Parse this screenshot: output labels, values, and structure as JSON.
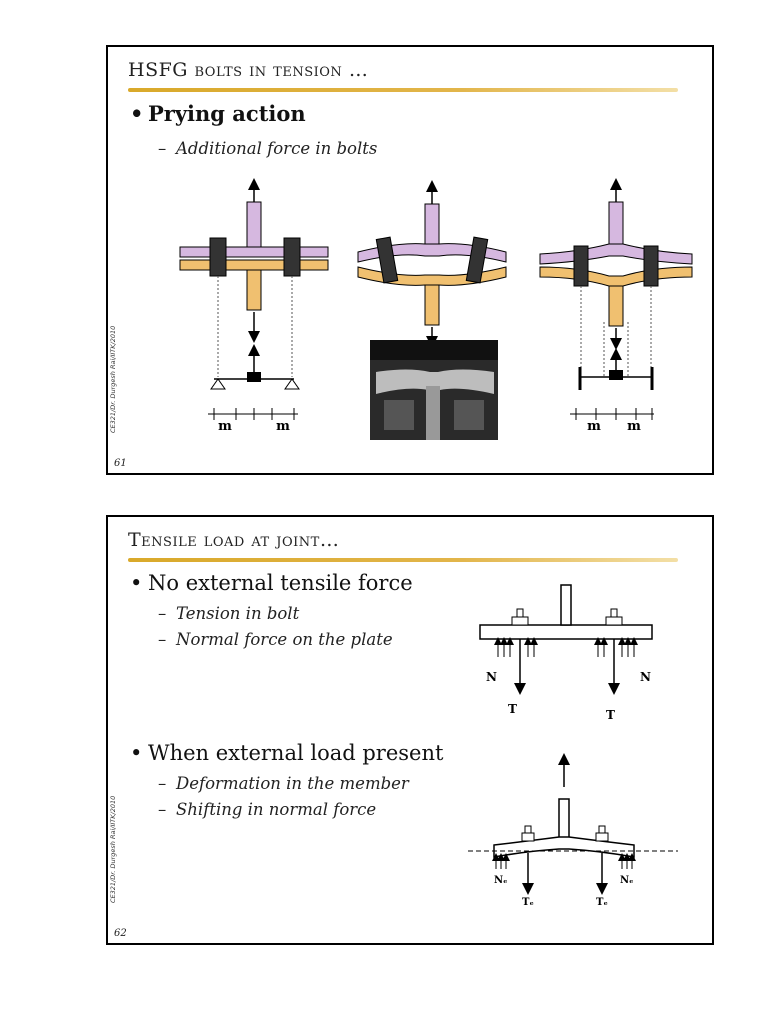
{
  "slides": [
    {
      "title": "HSFG bolts in tension …",
      "bullets": [
        {
          "text": "Prying action",
          "subs": [
            "Additional force in bolts"
          ]
        }
      ],
      "side_note": "CE321/Dr. Durgesh Rai/IITK/2010",
      "page_number": "61",
      "dimension_label": "m"
    },
    {
      "title": "Tensile load at joint…",
      "bullets": [
        {
          "text": "No external tensile force",
          "subs": [
            "Tension in bolt",
            "Normal force on the plate"
          ]
        },
        {
          "text": "When external load present",
          "subs": [
            "Deformation in the member",
            "Shifting in normal force"
          ]
        }
      ],
      "side_note": "CE321/Dr. Durgesh Rai/IITK/2010",
      "page_number": "62",
      "figure_labels": {
        "normal": "N",
        "tension": "T",
        "normal_e": "Nₑ",
        "tension_e": "Tₑ"
      }
    }
  ],
  "colors": {
    "rule": "#d9a92a",
    "upper_plate": "#d6b8e0",
    "lower_plate": "#f0c070"
  },
  "bullet_glyph": "•",
  "dash_glyph": "–"
}
